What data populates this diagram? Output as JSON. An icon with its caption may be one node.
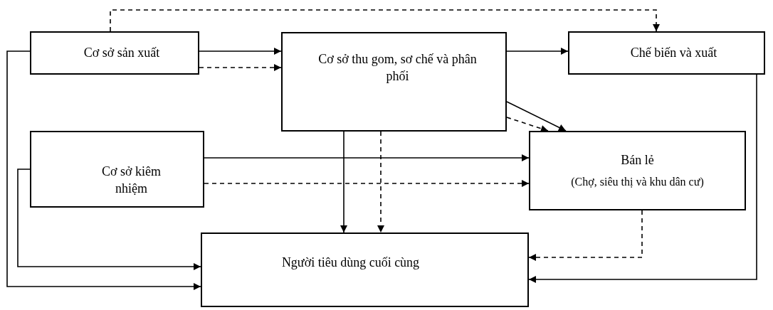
{
  "diagram": {
    "nodes": [
      {
        "text": [
          "Cơ sở sản xuất"
        ]
      },
      {
        "text": [
          "Cơ sở thu gom, sơ chế và phân phối"
        ]
      },
      {
        "text": [
          "Chế biến và xuất"
        ]
      },
      {
        "text": [
          "Cơ sở kiêm nhiệm"
        ]
      },
      {
        "text": [
          "Bán lẻ",
          "(Chợ, siêu thị và khu dân cư)"
        ]
      },
      {
        "text": [
          "Người tiêu dùng cuối cùng"
        ]
      }
    ],
    "edges": [
      {
        "from": 0,
        "to": 1,
        "arrow": "to"
      },
      {
        "from": 0,
        "to": 1,
        "arrow": "to",
        "style": "dashed"
      },
      {
        "from": 0,
        "to": 2,
        "arrow": "to",
        "style": "dashed"
      },
      {
        "from": 1,
        "to": 2,
        "arrow": "to"
      },
      {
        "from": 1,
        "to": 4,
        "arrow": "to"
      },
      {
        "from": 1,
        "to": 4,
        "arrow": "to",
        "style": "dashed"
      },
      {
        "from": 1,
        "to": 5,
        "arrow": "to"
      },
      {
        "from": 1,
        "to": 5,
        "arrow": "to",
        "style": "dashed"
      },
      {
        "from": 3,
        "to": 4,
        "arrow": "to"
      },
      {
        "from": 3,
        "to": 4,
        "arrow": "to",
        "style": "dashed"
      },
      {
        "from": 0,
        "to": 5,
        "arrow": "to"
      },
      {
        "from": 3,
        "to": 5,
        "arrow": "to"
      },
      {
        "from": 4,
        "to": 5,
        "arrow": "to",
        "style": "dashed"
      },
      {
        "from": 2,
        "to": 5,
        "arrow": "to"
      }
    ]
  }
}
